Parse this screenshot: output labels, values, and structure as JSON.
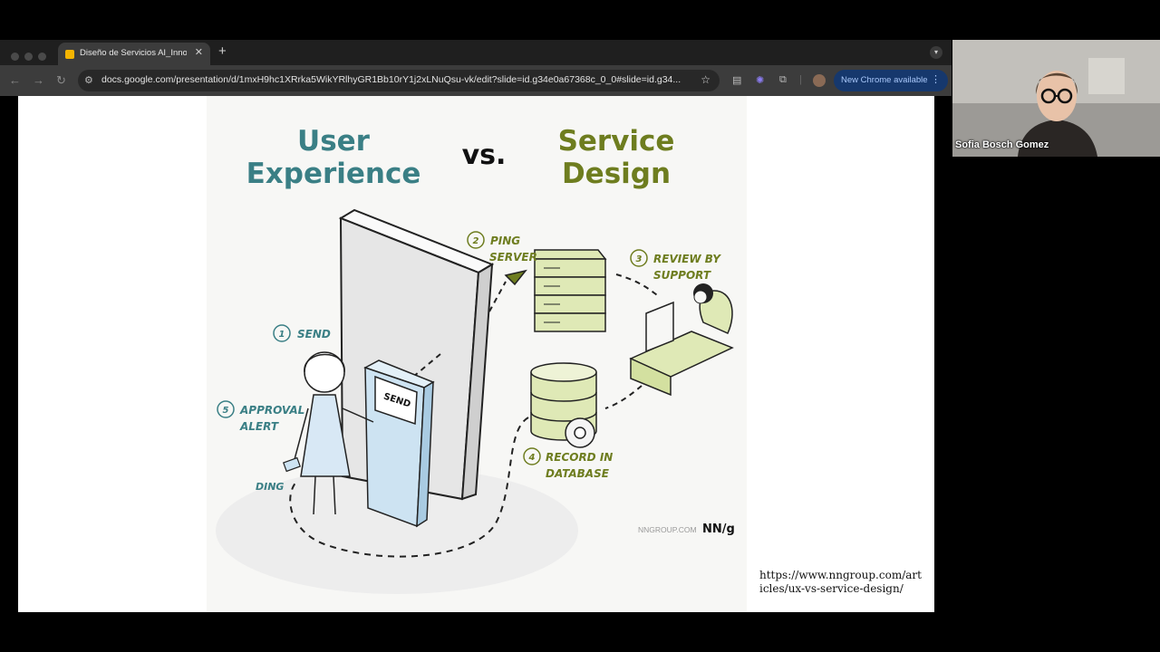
{
  "browser": {
    "tab_title": "Diseño de Servicios AI_Innov",
    "url": "docs.google.com/presentation/d/1mxH9hc1XRrka5WikYRlhyGR1Bb10rY1j2xLNuQsu-vk/edit?slide=id.g34e0a67368c_0_0#slide=id.g34...",
    "new_chrome_label": "New Chrome available"
  },
  "slide": {
    "title_left_line1": "User",
    "title_left_line2": "Experience",
    "title_vs": "vs.",
    "title_right_line1": "Service",
    "title_right_line2": "Design",
    "steps": {
      "send_num": "1",
      "send_label": "SEND",
      "ping_num": "2",
      "ping_line1": "PING",
      "ping_line2": "SERVER",
      "review_num": "3",
      "review_line1": "REVIEW BY",
      "review_line2": "SUPPORT",
      "record_num": "4",
      "record_line1": "RECORD IN",
      "record_line2": "DATABASE",
      "alert_num": "5",
      "alert_line1": "APPROVAL",
      "alert_line2": "ALERT"
    },
    "kiosk_label": "SEND",
    "ding": "DING",
    "logo_site": "NNGROUP.COM",
    "logo_mark": "NN/g",
    "source_url": "https://www.nngroup.com/articles/ux-vs-service-design/",
    "colors": {
      "ux": "#3a7f85",
      "sd": "#6e7d1f",
      "green_fill": "#dfe9b6",
      "blue_fill": "#cde3f2"
    }
  },
  "participant": {
    "name": "Sofia Bosch Gomez"
  }
}
